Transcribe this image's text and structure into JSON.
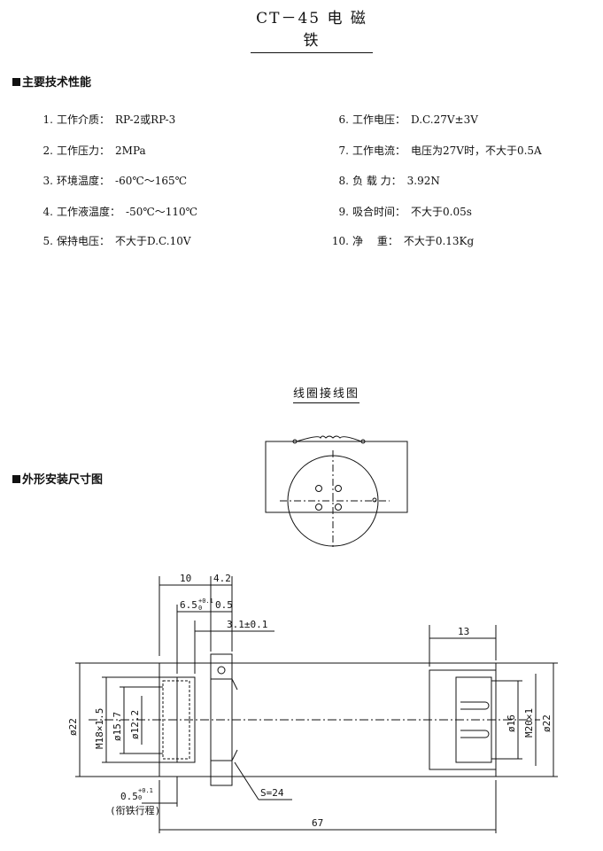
{
  "title": "CT－45 电 磁 铁",
  "sections": {
    "performance": "主要技术性能",
    "outline": "外形安装尺寸图"
  },
  "specs": [
    {
      "num": "1.",
      "label": "工作介质：",
      "value": "RP-2或RP-3"
    },
    {
      "num": "2.",
      "label": "工作压力：",
      "value": "2MPa"
    },
    {
      "num": "3.",
      "label": "环境温度：",
      "value": "-60℃～165℃"
    },
    {
      "num": "4.",
      "label": "工作液温度：",
      "value": "-50℃～110℃"
    },
    {
      "num": "5.",
      "label": "保持电压：",
      "value": "不大于D.C.10V"
    },
    {
      "num": "6.",
      "label": "工作电压：",
      "value": "D.C.27V±3V"
    },
    {
      "num": "7.",
      "label": "工作电流：",
      "value": "电压为27V时，不大于0.5A"
    },
    {
      "num": "8.",
      "label": "负 载 力：",
      "value": "3.92N"
    },
    {
      "num": "9.",
      "label": "吸合时间：",
      "value": "不大于0.05s"
    },
    {
      "num": "10.",
      "label": "净　 重：",
      "value": "不大于0.13Kg"
    }
  ],
  "coil_diagram_title": "线圈接线图",
  "dimensions": {
    "d10": "10",
    "d4_2": "4.2",
    "d6_5": "6.5",
    "d6_5_tol_up": "+0.1",
    "d6_5_tol_low": "0",
    "d0_5": "0.5",
    "d3_1": "3.1±0.1",
    "d13": "13",
    "phi22_left": "ø22",
    "m18": "M18×1.5",
    "phi15_7": "ø15.7",
    "phi12_2": "ø12.2",
    "phi16": "ø16",
    "m20": "M20×1",
    "phi22_right": "ø22",
    "d0_5_bottom": "0.5",
    "d0_5_bottom_tol_up": "+0.1",
    "d0_5_bottom_tol_low": "0",
    "stroke_note": "(衔铁行程)",
    "hex": "S=24",
    "d67": "67"
  }
}
